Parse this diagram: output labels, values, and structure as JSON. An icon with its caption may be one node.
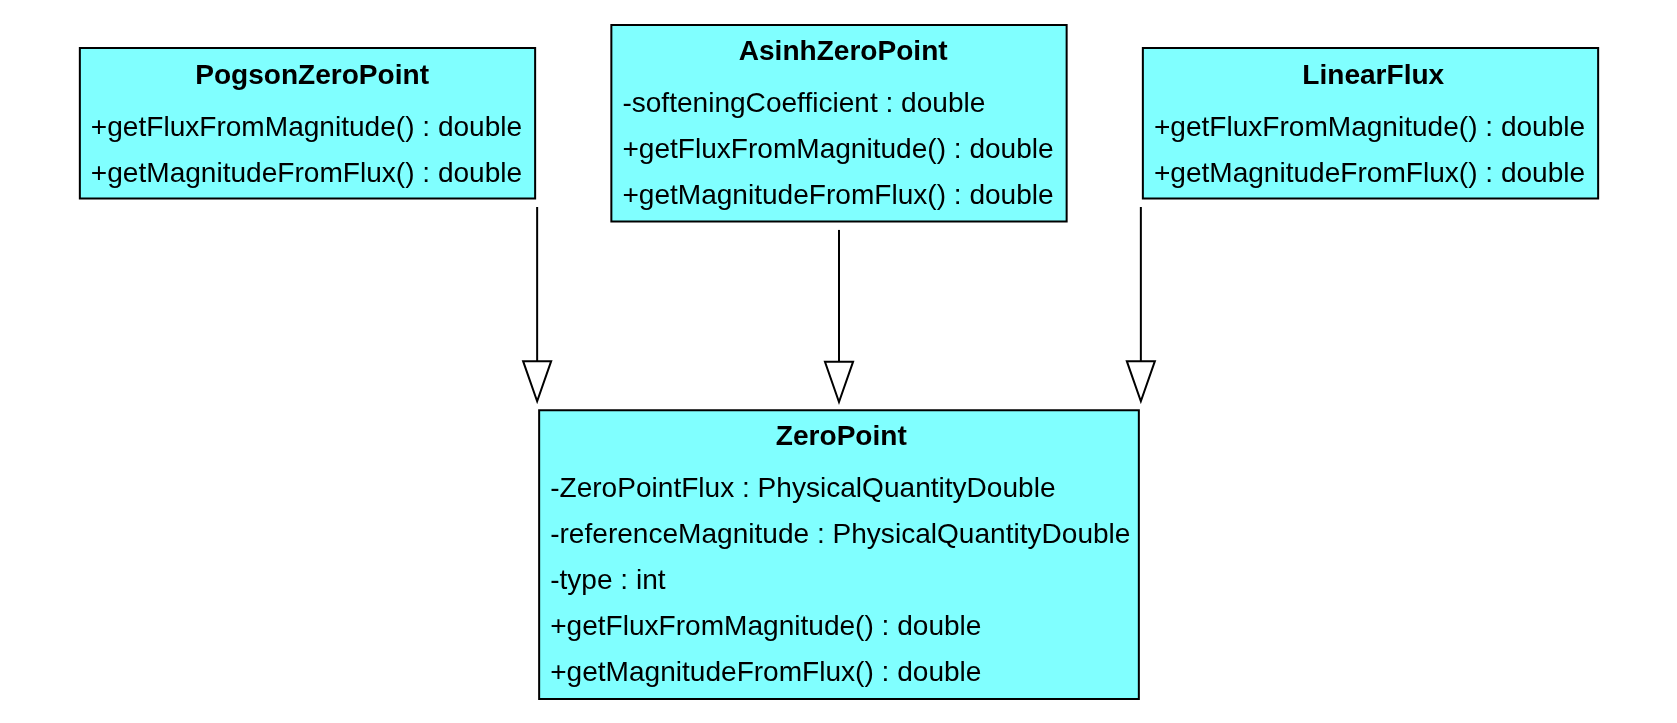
{
  "diagram": {
    "nodes": [
      {
        "text": [
          "PogsonZeroPoint",
          "+getFluxFromMagnitude() : double",
          "+getMagnitudeFromFlux() : double"
        ]
      },
      {
        "text": [
          "AsinhZeroPoint",
          "-softeningCoefficient : double",
          "+getFluxFromMagnitude() : double",
          "+getMagnitudeFromFlux() : double"
        ]
      },
      {
        "text": [
          "LinearFlux",
          "+getFluxFromMagnitude() : double",
          "+getMagnitudeFromFlux() : double"
        ]
      },
      {
        "text": [
          "ZeroPoint",
          "-ZeroPointFlux : PhysicalQuantityDouble",
          "-referenceMagnitude : PhysicalQuantityDouble",
          "-type : int",
          "+getFluxFromMagnitude() : double",
          "+getMagnitudeFromFlux() : double"
        ]
      }
    ],
    "edges": [
      {
        "from": 0,
        "to": 3,
        "arrow": "to"
      },
      {
        "from": 1,
        "to": 3,
        "arrow": "to"
      },
      {
        "from": 2,
        "to": 3,
        "arrow": "to"
      }
    ]
  }
}
